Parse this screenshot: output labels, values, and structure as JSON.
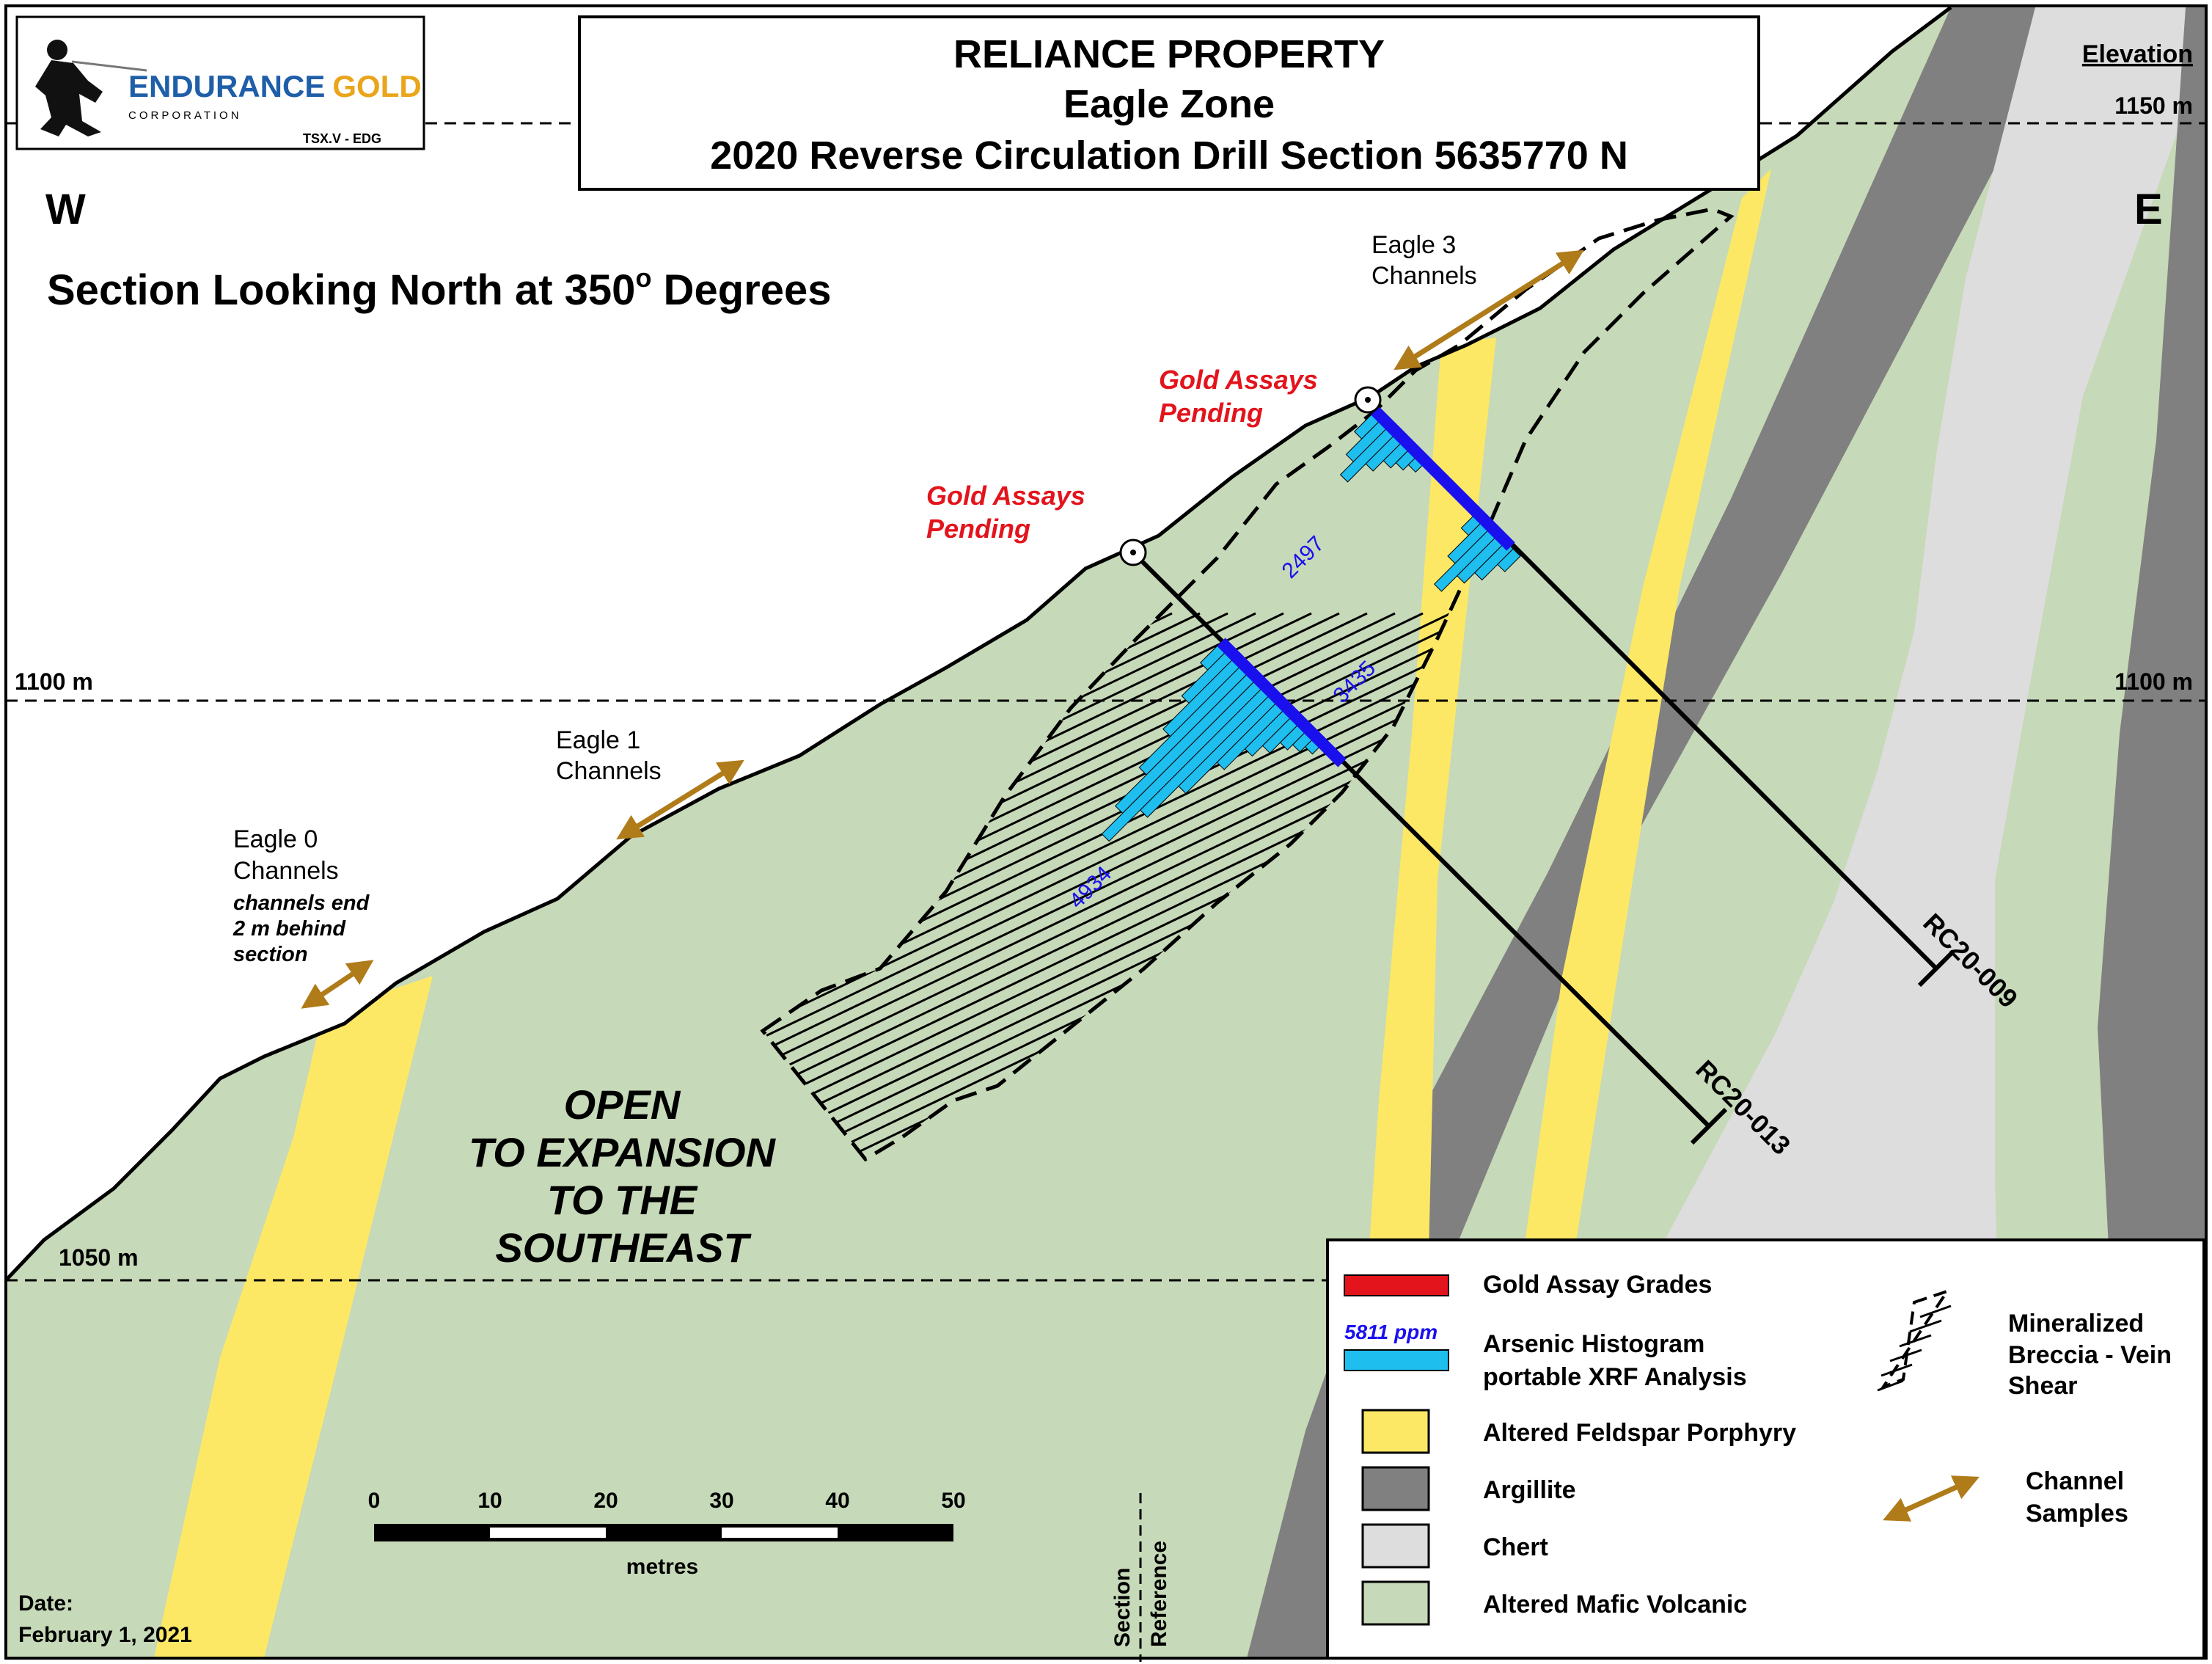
{
  "colors": {
    "mafic": "#c6d9b8",
    "porphyry": "#fde866",
    "argillite": "#808080",
    "chert": "#dddddd",
    "arsenic": "#1ebeef",
    "drill_blue": "#1a10ee",
    "gold_red": "#e3141c",
    "channel_arrow": "#b07c1a",
    "pending_red": "#e3141c",
    "logo_blue": "#1f5ea8",
    "logo_gold": "#e9a51b"
  },
  "logo": {
    "name_part1": "ENDURANCE",
    "name_part2": "GOLD",
    "sub": "CORPORATION",
    "ticker": "TSX.V - EDG"
  },
  "title": {
    "line1": "RELIANCE PROPERTY",
    "line2": "Eagle Zone",
    "line3": "2020 Reverse Circulation Drill Section 5635770 N"
  },
  "compass": {
    "west": "W",
    "east": "E"
  },
  "section_note": {
    "prefix": "Section Looking North at 350",
    "degree": "o",
    "suffix": " Degrees"
  },
  "elevation": {
    "header": "Elevation",
    "levels": [
      "1150 m",
      "1100 m",
      "1050 m"
    ],
    "left_1100": "1100 m",
    "left_1050": "1050 m"
  },
  "channels": {
    "eagle3": [
      "Eagle 3",
      "Channels"
    ],
    "eagle1": [
      "Eagle 1",
      "Channels"
    ],
    "eagle0": [
      "Eagle 0",
      "Channels"
    ],
    "eagle0_note": [
      "channels end",
      "2 m behind",
      "section"
    ]
  },
  "pending": {
    "upper": [
      "Gold Assays",
      "Pending"
    ],
    "lower": [
      "Gold Assays",
      "Pending"
    ]
  },
  "histogram_labels": [
    "2497",
    "3435",
    "4934"
  ],
  "holes": [
    "RC20-009",
    "RC20-013"
  ],
  "open_text": [
    "OPEN",
    "TO EXPANSION",
    "TO THE",
    "SOUTHEAST"
  ],
  "scale": {
    "ticks": [
      "0",
      "10",
      "20",
      "30",
      "40",
      "50"
    ],
    "unit": "metres"
  },
  "section_reference": [
    "Section",
    "Reference"
  ],
  "date": {
    "label": "Date:",
    "value": "February 1, 2021"
  },
  "legend": {
    "gold": "Gold Assay Grades",
    "arsenic_value": "5811 ppm",
    "arsenic": [
      "Arsenic Histogram",
      "portable XRF Analysis"
    ],
    "porphyry": "Altered Feldspar Porphyry",
    "argillite": "Argillite",
    "chert": "Chert",
    "mafic": "Altered Mafic Volcanic",
    "mineralized": [
      "Mineralized",
      "Breccia - Vein",
      "Shear"
    ],
    "channel": [
      "Channel",
      "Samples"
    ]
  }
}
